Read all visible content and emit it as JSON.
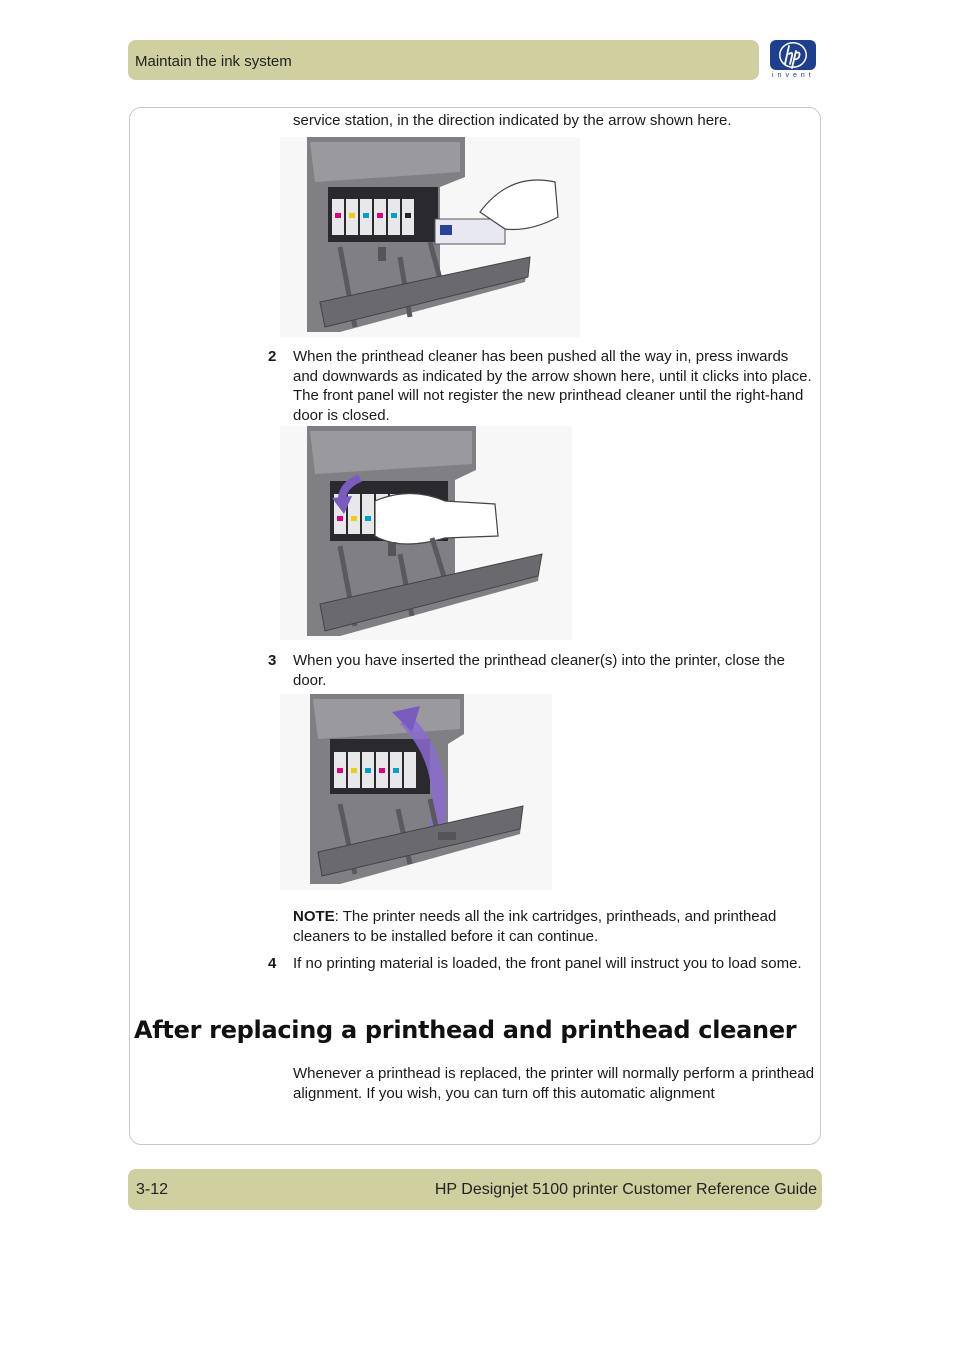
{
  "header": {
    "section_title": "Maintain the ink system"
  },
  "logo": {
    "letters": "hp",
    "tagline": "invent",
    "color": "#1e3f8f"
  },
  "steps": {
    "intro_text": "service station, in the direction indicated by the arrow shown here.",
    "step2_num": "2",
    "step2_text": "When the printhead cleaner has been pushed all the way in, press inwards and downwards as indicated by the arrow shown here, until it clicks into place. The front panel will not register the new printhead cleaner until the right-hand door is closed.",
    "step3_num": "3",
    "step3_text": "When you have inserted the printhead cleaner(s) into the printer, close the door.",
    "note_label": "NOTE",
    "note_text": ": The printer needs all the ink cartridges, printheads, and printhead cleaners to be installed before it can continue.",
    "step4_num": "4",
    "step4_text": "If no printing material is loaded, the front panel will instruct you to load some."
  },
  "section": {
    "heading": "After replacing a printhead and printhead cleaner",
    "body": "Whenever a printhead is replaced, the printer will normally perform a printhead alignment. If you wish, you can turn off this automatic alignment"
  },
  "footer": {
    "page_number": "3-12",
    "guide_title": "HP Designjet 5100 printer Customer Reference Guide"
  },
  "colors": {
    "bar": "#cfcf9f",
    "printer_gray": "#7a7a7e",
    "arrow_purple": "#7a5cc0"
  }
}
